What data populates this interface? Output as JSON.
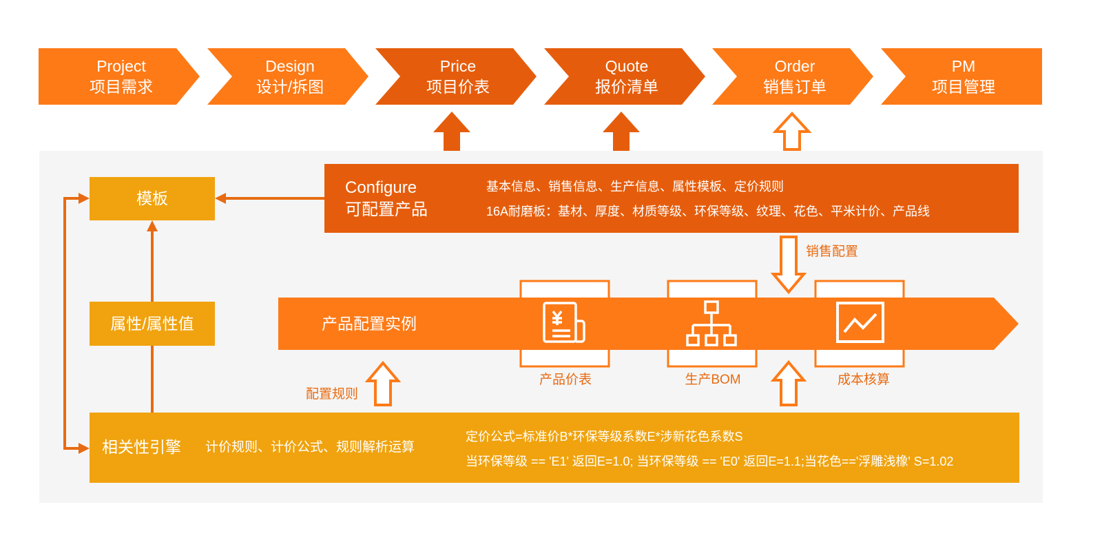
{
  "colors": {
    "orange": "#fd7a17",
    "dark_orange": "#e55d0c",
    "amber": "#f0a30e",
    "background_panel": "#f5f5f5"
  },
  "process_steps": [
    {
      "en": "Project",
      "zh": "项目需求"
    },
    {
      "en": "Design",
      "zh": "设计/拆图"
    },
    {
      "en": "Price",
      "zh": "项目价表"
    },
    {
      "en": "Quote",
      "zh": "报价清单"
    },
    {
      "en": "Order",
      "zh": "销售订单"
    },
    {
      "en": "PM",
      "zh": "项目管理"
    }
  ],
  "configure": {
    "title_en": "Configure",
    "title_zh": "可配置产品",
    "line1": "基本信息、销售信息、生产信息、属性模板、定价规则",
    "line2": "16A耐磨板：基材、厚度、材质等级、环保等级、纹理、花色、平米计价、产品线"
  },
  "template_box": "模板",
  "attribute_box": "属性/属性值",
  "instance": {
    "label": "产品配置实例",
    "icons": [
      "yen-document-icon",
      "hierarchy-icon",
      "trend-chart-icon"
    ]
  },
  "outputs": [
    "产品价表",
    "生产BOM",
    "成本核算"
  ],
  "sales_config_label": "销售配置",
  "config_rules_label": "配置规则",
  "engine": {
    "name": "相关性引擎",
    "rules": "计价规则、计价公式、规则解析运算",
    "formula1": "定价公式=标准价B*环保等级系数E*涉新花色系数S",
    "formula2": "当环保等级 == 'E1' 返回E=1.0; 当环保等级 == 'E0' 返回E=1.1;当花色=='浮雕浅橡'  S=1.02"
  }
}
